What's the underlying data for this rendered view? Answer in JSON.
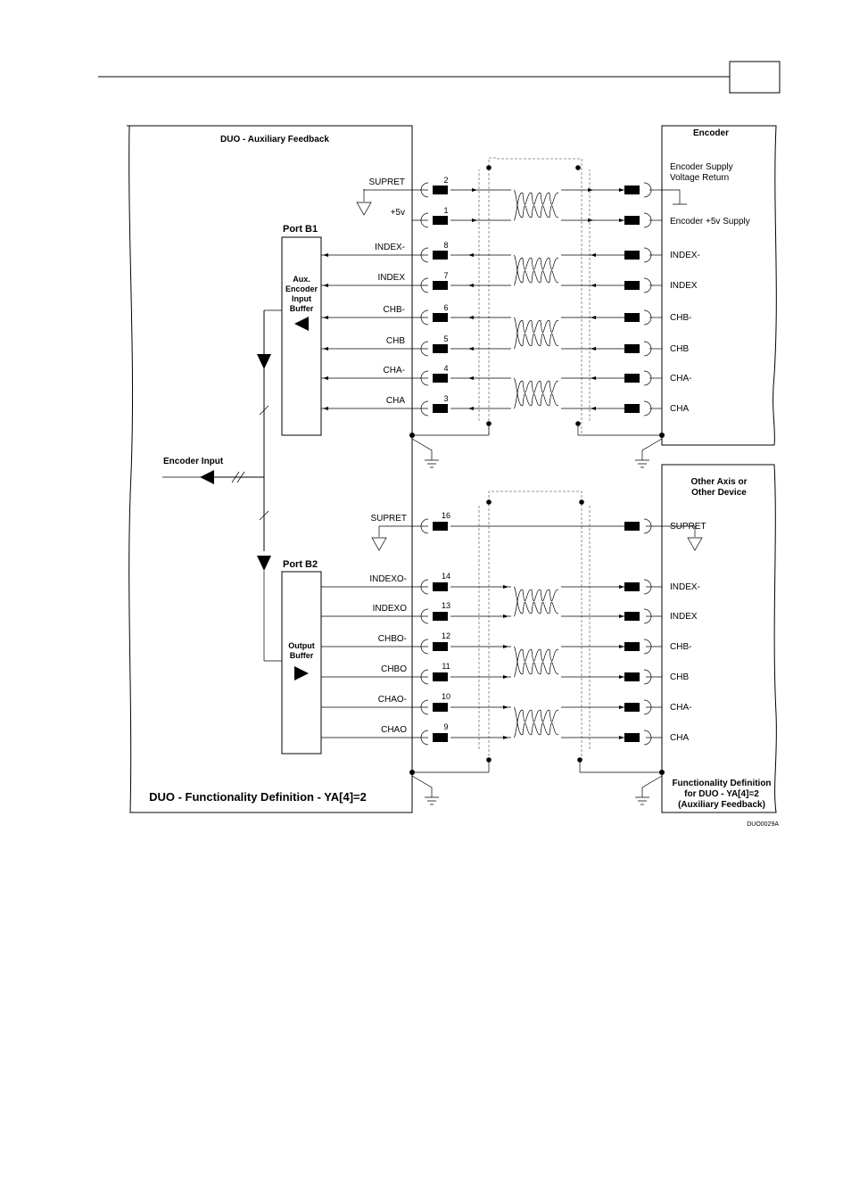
{
  "header": {
    "page_box": ""
  },
  "duo": {
    "title": "DUO - Auxiliary Feedback",
    "footer": "DUO - Functionality Definition - YA[4]=2",
    "port_b1": "Port B1",
    "port_b2": "Port B2",
    "buffer_in": [
      "Aux.",
      "Encoder",
      "Input",
      "Buffer"
    ],
    "buffer_out": [
      "Output",
      "Buffer"
    ],
    "encoder_input": "Encoder Input"
  },
  "encoder_block": {
    "title": "Encoder",
    "supply_return": [
      "Encoder Supply",
      "Voltage Return"
    ],
    "supply": "Encoder +5v Supply"
  },
  "other_block": {
    "title": [
      "Other Axis or",
      "Other Device"
    ],
    "footer": [
      "Functionality Definition",
      "for DUO - YA[4]=2",
      "(Auxiliary Feedback)"
    ]
  },
  "top_signals": [
    {
      "pin": "2",
      "left": "SUPRET",
      "right": ""
    },
    {
      "pin": "1",
      "left": "+5v",
      "right": ""
    },
    {
      "pin": "8",
      "left": "INDEX-",
      "right": "INDEX-"
    },
    {
      "pin": "7",
      "left": "INDEX",
      "right": "INDEX"
    },
    {
      "pin": "6",
      "left": "CHB-",
      "right": "CHB-"
    },
    {
      "pin": "5",
      "left": "CHB",
      "right": "CHB"
    },
    {
      "pin": "4",
      "left": "CHA-",
      "right": "CHA-"
    },
    {
      "pin": "3",
      "left": "CHA",
      "right": "CHA"
    }
  ],
  "bottom_signals": [
    {
      "pin": "16",
      "left": "SUPRET",
      "right": "SUPRET"
    },
    {
      "pin": "14",
      "left": "INDEXO-",
      "right": "INDEX-"
    },
    {
      "pin": "13",
      "left": "INDEXO",
      "right": "INDEX"
    },
    {
      "pin": "12",
      "left": "CHBO-",
      "right": "CHB-"
    },
    {
      "pin": "11",
      "left": "CHBO",
      "right": "CHB"
    },
    {
      "pin": "10",
      "left": "CHAO-",
      "right": "CHA-"
    },
    {
      "pin": "9",
      "left": "CHAO",
      "right": "CHA"
    }
  ],
  "figure_id": "DUO0029A"
}
